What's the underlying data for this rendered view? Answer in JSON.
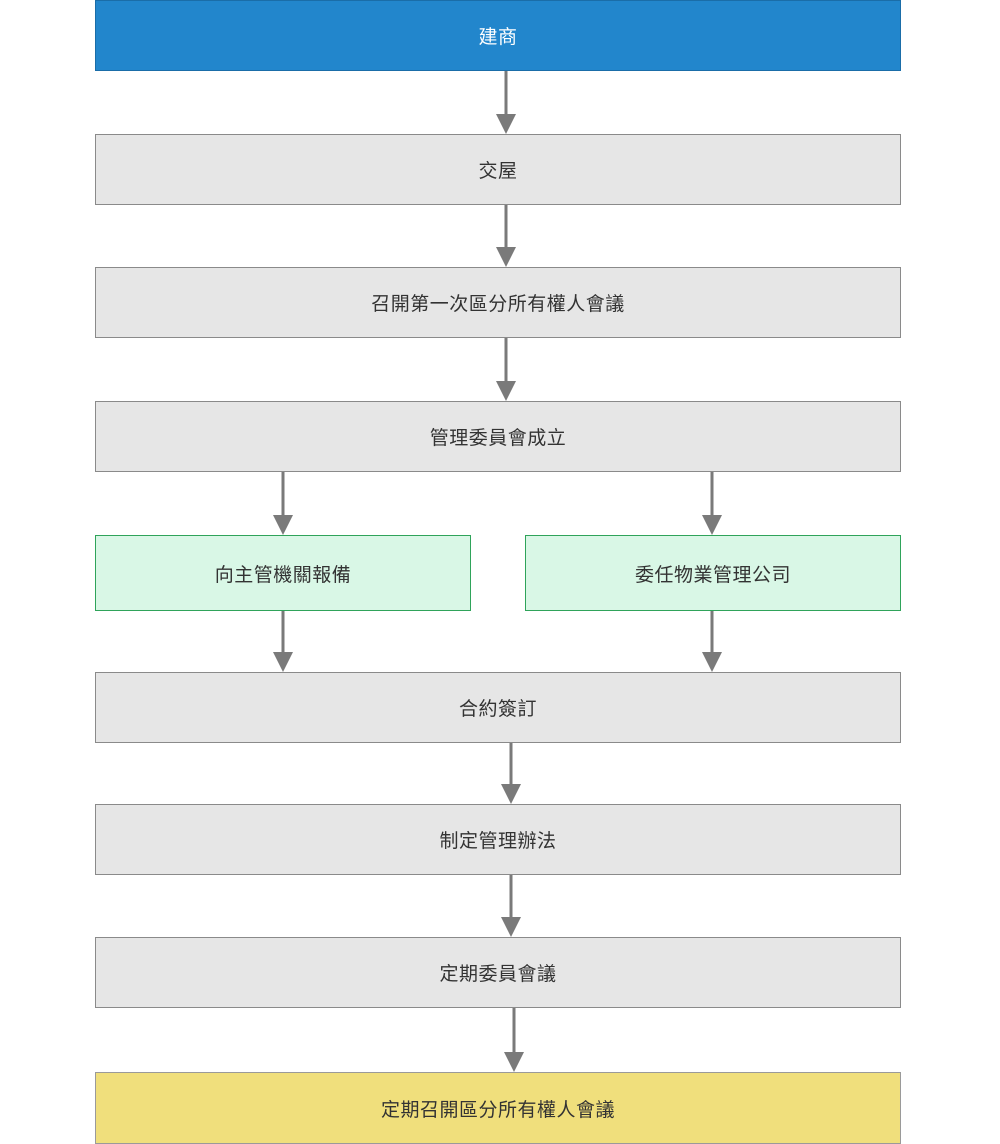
{
  "flowchart": {
    "colors": {
      "start_fill": "#2286cc",
      "step_fill": "#e6e6e6",
      "branch_fill": "#d9f7e6",
      "end_fill": "#f0df7c",
      "arrow": "#7a7a7a"
    },
    "nodes": {
      "builder": "建商",
      "handover": "交屋",
      "first_meeting": "召開第一次區分所有權人會議",
      "committee_formed": "管理委員會成立",
      "report_authority": "向主管機關報備",
      "hire_management": "委任物業管理公司",
      "contract_signing": "合約簽訂",
      "rules_setting": "制定管理辦法",
      "regular_committee_meeting": "定期委員會議",
      "regular_owners_meeting": "定期召開區分所有權人會議"
    }
  }
}
